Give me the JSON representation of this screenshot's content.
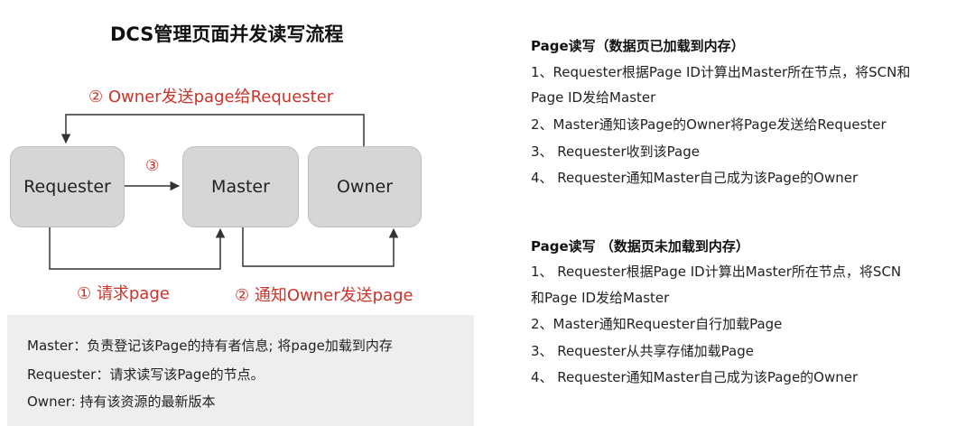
{
  "diagram": {
    "title": "DCS管理页面并发读写流程",
    "nodes": {
      "requester": "Requester",
      "master": "Master",
      "owner": "Owner"
    },
    "edge_labels": {
      "owner_to_requester": "② Owner发送page给Requester",
      "requester_to_master_3": "③",
      "requester_to_master_1": "① 请求page",
      "master_to_owner": "② 通知Owner发送page"
    },
    "legend": [
      "Master：负责登记该Page的持有者信息; 将page加载到内存",
      "Requester：请求读写该Page的节点。",
      "Owner: 持有该资源的最新版本"
    ]
  },
  "section1": {
    "title": "Page读写（数据页已加载到内存）",
    "items": [
      "1、Requester根据Page ID计算出Master所在节点，将SCN和",
      "Page ID发给Master",
      "2、Master通知该Page的Owner将Page发送给Requester",
      "3、 Requester收到该Page",
      "4、 Requester通知Master自己成为该Page的Owner"
    ]
  },
  "section2": {
    "title": "Page读写 （数据页未加载到内存）",
    "items": [
      "1、 Requester根据Page ID计算出Master所在节点，将SCN",
      "和Page ID发给Master",
      "2、Master通知Requester自行加载Page",
      "3、 Requester从共享存储加载Page",
      "4、 Requester通知Master自己成为该Page的Owner"
    ]
  }
}
